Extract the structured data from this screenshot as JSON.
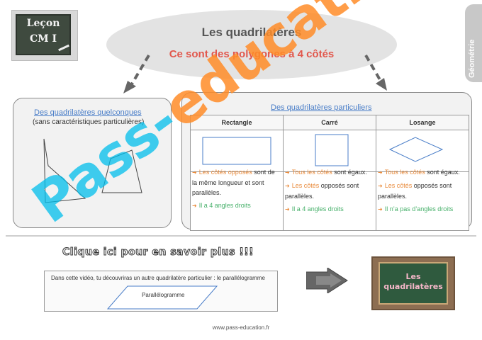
{
  "lesson_badge": {
    "line1": "Leçon",
    "line2": "CM I"
  },
  "side_tab": {
    "label": "Géométrie"
  },
  "header": {
    "title": "Les quadrilatères",
    "subtitle": "Ce sont des polygones à 4 côtés"
  },
  "left_box": {
    "title": "Des quadrilatères quelconques",
    "subtitle": "(sans caractéristiques particulières)"
  },
  "right_box": {
    "title": "Des quadrilatères particuliers",
    "columns": [
      {
        "name": "Rectangle",
        "props": [
          {
            "orange": "Les côtés opposés",
            "rest": " sont de la même longueur et sont parallèles."
          },
          {
            "orange": "",
            "green": "Il a 4 angles droits"
          }
        ]
      },
      {
        "name": "Carré",
        "props": [
          {
            "orange": "Tous les côtés",
            "rest": " sont égaux."
          },
          {
            "orange": "Les côtés",
            "rest": " opposés sont parallèles."
          },
          {
            "orange": "",
            "green": "Il a 4 angles droits"
          }
        ]
      },
      {
        "name": "Losange",
        "props": [
          {
            "orange": "Tous les côtés",
            "rest": " sont égaux."
          },
          {
            "orange": "Les côtés",
            "rest": " opposés sont parallèles."
          },
          {
            "orange": "",
            "green": "Il n’a pas d’angles droits"
          }
        ]
      }
    ]
  },
  "cta": {
    "text": "Clique ici pour en savoir plus !!!"
  },
  "video": {
    "description": "Dans cette vidéo, tu découvriras un autre quadrilatère particulier : le parallélogramme",
    "shape_label": "Parallélogramme",
    "thumbnail_text_1": "Les",
    "thumbnail_text_2": "quadrilatères"
  },
  "footer": {
    "url": "www.pass-education.fr"
  },
  "watermark": {
    "part1": "Pass-",
    "part2": "education"
  },
  "colors": {
    "accent_red": "#e2574c",
    "link_blue": "#4a7ec8",
    "orange": "#e98b3c",
    "green": "#46b06a",
    "watermark": "#00bee b"
  }
}
